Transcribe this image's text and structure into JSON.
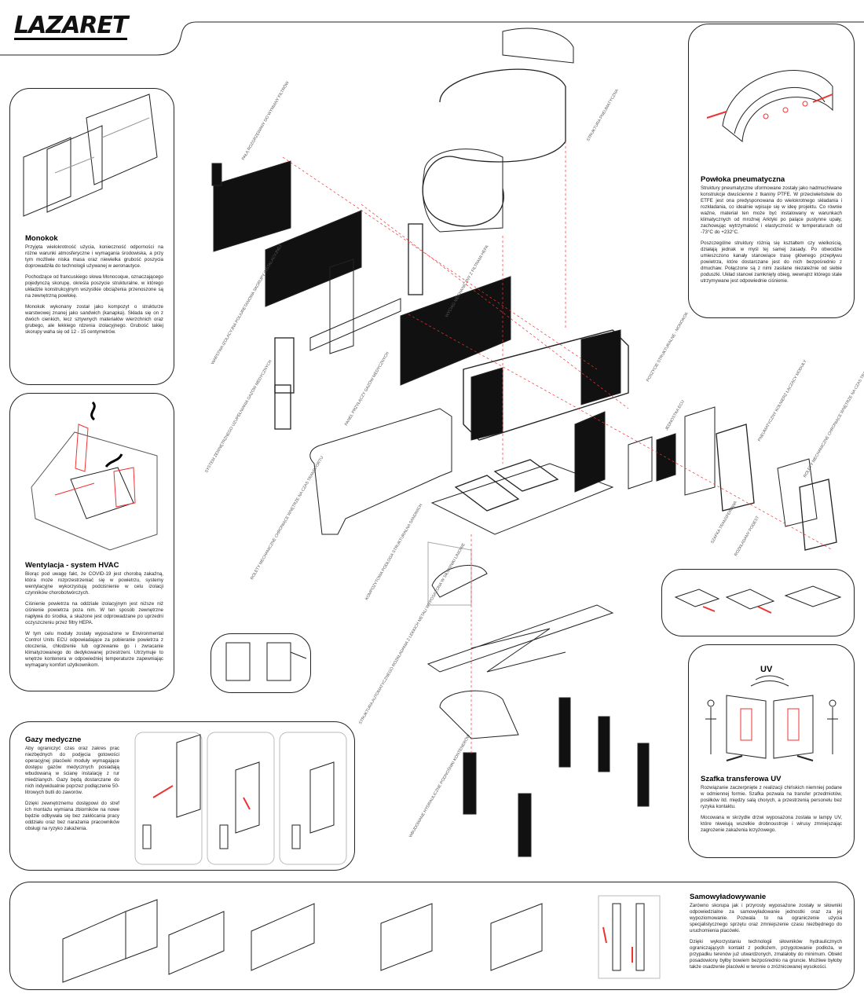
{
  "logo": "LAZARET",
  "sections": {
    "monokok": {
      "title": "Monokok",
      "paragraphs": [
        "Przyjęta wielokrotność użycia, konieczność odporności na różne warunki atmosferyczne i wymagania środowiska, a przy tym możliwie niska masa oraz niewielka grubość poszycia doprowadziła do technologii używanej w aeronautyce.",
        "Pochodzące od francuskiego słowa Monocoque, oznaczającego pojedynczą skorupę, określa poszycie strukturalne, w którego układzie konstrukcyjnym wszystkie obciążenia przenoszone są na zewnętrzną powłokę.",
        "Monokok wykonany został jako kompozyt o strukturze warstwowej znanej jako sandwich (kanapka). Składa się on z dwóch cienkich, lecz sztywnych materiałów wierzchnich oraz grubego, ale lekkiego rdzenia izolacyjnego. Grubość takiej skorupy waha się od 12 - 15 centymetrów."
      ]
    },
    "hvac": {
      "title": "Wentylacja - system HVAC",
      "paragraphs": [
        "Biorąc pod uwagę fakt, że COVID-19 jest chorobą zakaźną, która może rozprzestrzeniać się w powietrzu, systemy wentylacyjne wykorzystują podciśnienie w celu izolacji czynników chorobotwórczych.",
        "Ciśnienie powietrza na oddziale izolacyjnym jest niższe niż ciśnienie powietrza poza nim. W ten sposób zewnętrzne napływa do środka, a skażone jest odprowadzane po uprzedni oczyszczeniu przez filtry HEPA.",
        "W tym celu moduły zostały wyposażone w Environmental Control Units ECU odpowiadające za pobieranie powietrza z otoczenia, chłodzenie lub ogrzewanie go i zwracanie klimatyzowanego do dedykowanej przestrzeni. Utrzymuje to wnętrze kontenera w odpowiedniej temperaturze zapewniając wymagany komfort użytkownikom."
      ]
    },
    "gazy": {
      "title": "Gazy medyczne",
      "paragraphs": [
        "Aby ograniczyć czas oraz zakres prac niezbędnych do podjęcia gotowości operacyjnej placówki moduły wymagające dostępu gazów medycznych posiadają wbudowaną w ścianę instalację z rur miedzianych. Gazy będą dostarczane do nich indywidualnie poprzez podłączenie 50-litrowych butli do zaworów.",
        "Dzięki zewnętrznemu dostępowi do stref ich montażu wymiana zbiorników na nowe będzie odbywała się bez zakłócania pracy oddziału oraz bez narażania pracowników obsługi na ryzyko zakażenia."
      ]
    },
    "powloka": {
      "title": "Powłoka pneumatyczna",
      "paragraphs": [
        "Struktury pneumatyczne uformowane zostały jako nadmuchiwane konstrukcje dwuścienne z tkaniny PTFE. W przeciwieństwie do ETFE jest ona predysponowana do wielokrotnego składania i rozkładania, co idealnie wpisuje się w ideę projektu. Co równie ważne, materiał ten może być instalowany w warunkach klimatycznych od mroźnej Arktyki po palące pustynne upały, zachowując wytrzymałość i elastyczność w temperaturach od -73°C do +232°C.",
        "Poszczególne struktury różnią się kształtem czy wielkością, działają jednak w myśl tej samej zasady. Po obwodzie umieszczono kanały stanowiące trasę głównego przepływu powietrza, które dostarczane jest do nich bezpośrednio z dmuchaw. Połączone są z nimi zasilane niezależnie od siebie poduszki. Układ stanowi zamknięty obieg, wewnątrz którego stale utrzymywane jest odpowiednie ciśnienie."
      ]
    },
    "szafka": {
      "title": "Szafka transferowa UV",
      "paragraphs": [
        "Rozwiązanie zaczerpnięte z realizacji chińskich niemniej podane w odmiennej formie. Szafka pozwala na transfer przedmiotów, posiłków itd. między salą chorych, a przestrzenią personelu bez ryzyka kontaktu.",
        "Mocowana w skrzydle drzwi wyposażona została w lampy UV, które niwelują wszelkie drobnoustroje i wirusy zmniejszając zagrożenie zakażenia krzyżowego."
      ]
    },
    "samo": {
      "title": "Samowyładowywanie",
      "paragraphs": [
        "Zarówno skorupa jak i przyrosty wyposażone zostały w siłowniki odpowiedzialne za samowyładowanie jednostki oraz za jej wypoziomowanie. Pozwala to na ograniczenie użycia specjalistycznego sprzętu oraz zmniejszenie czasu niezbędnego do uruchomienia placówki.",
        "Dzięki wykorzystaniu technologii siłowników hydraulicznych ograniczających kontakt z podłożem, przygotowanie podłoża, w przypadku terenów już utwardzonych, zmalałoby do minimum. Obiekt posadowiony byłby bowiem bezpośrednio na gruncie. Możliwe byłoby także osadzenie placówki w terenie o zróżnicowanej wysokości."
      ]
    }
  },
  "uv_label": "UV",
  "labels": {
    "l1": "PAŁĄ ROZGRZEWANY DO WYMIANY FILTRÓW",
    "l2": "STRUKTURA PNEUMATYCZNA",
    "l3": "WARSTWA IZOLACYJNA POLIURETANOWA SKORUPY INSTALACYJNEJ",
    "l4": "WYCIĄG MECHANICZNY Z FILTRAMI HEPA",
    "l5": "POSZYCIE STRUKTURALNE - MONOKOK",
    "l6": "PANEL PRZYŁĄCZY GAZÓW MEDYCZNYCH",
    "l7": "SYSTEM ZEWNĘTRZNEGO UZUPEŁNIANIA GAZÓW MEDYCZNYCH",
    "l8": "JEDNOSTKA ECU",
    "l9": "PNEUMATYCZNY KOŁNIERZ ŁĄCZĄCY MODUŁY",
    "l10": "ROLETY MECHANICZNE CHRONIĄCE WNĘTRZE NA CZAS TRANSPORTU",
    "l11": "ROLETY MECHANICZNE CHRONIĄCE WNĘTRZE NA CZAS TRANSPORTU",
    "l12": "KOMPOZYTOWA PODŁOGA STRUKTURALNA SANDWICH",
    "l13": "SZAFKA TRANSFEROWA",
    "l14": "ROZKŁADANY PODEST",
    "l15": "STRUKTURA AUTOMATYCZNEGO ROZKŁADANIA Z LEKKICH METALI WYPOSAŻONA W SIŁOWNIKI LINIOWE",
    "l16": "WBUDOWANE HYDRAULICZNE PODNOŚNIKI KONTENERÓW"
  }
}
